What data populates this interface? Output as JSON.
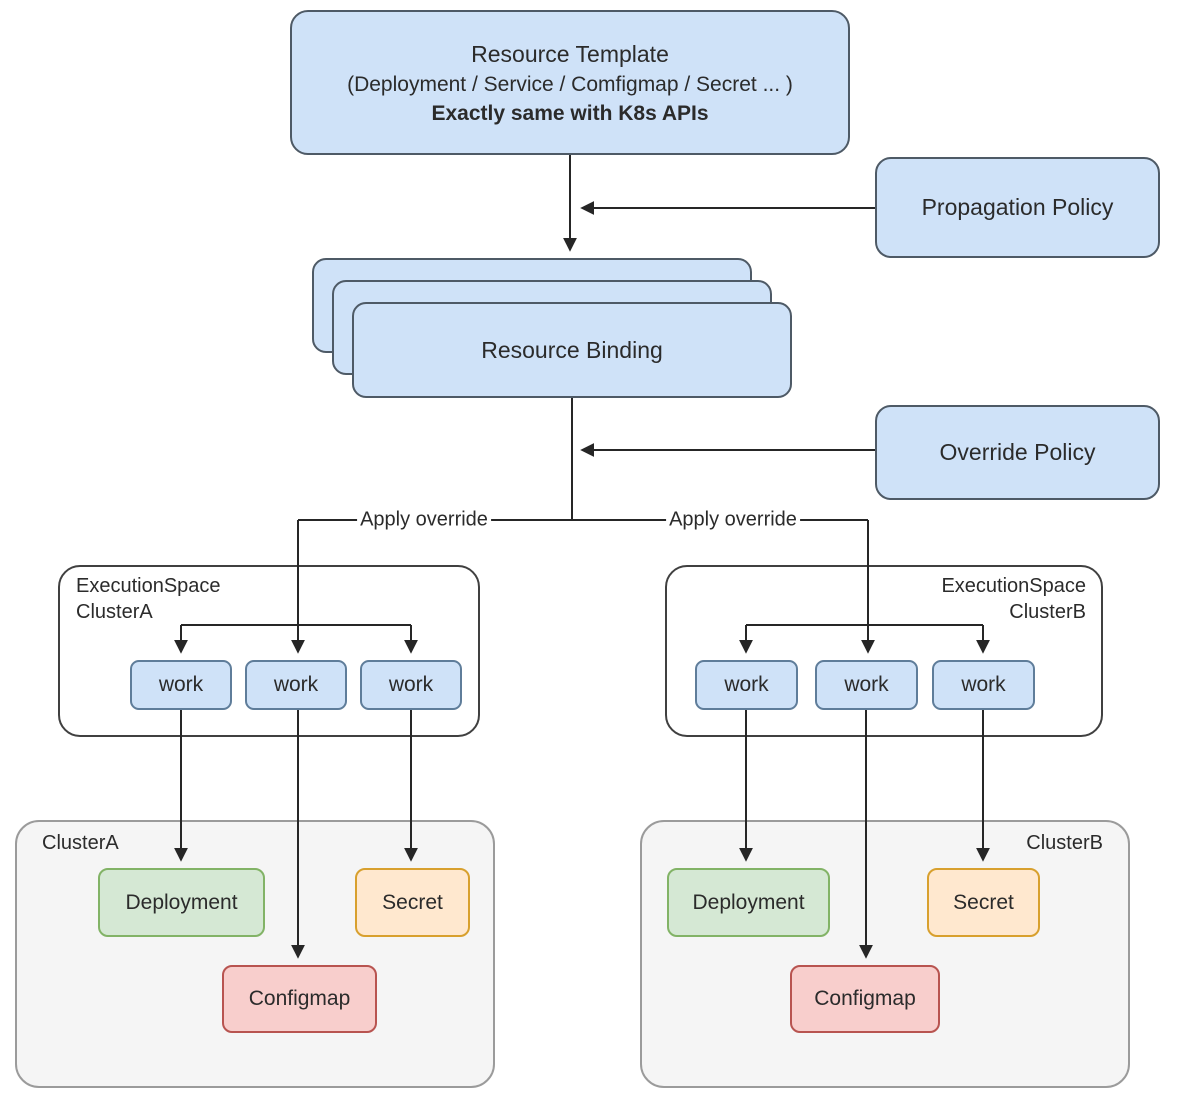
{
  "diagram": {
    "resource_template": {
      "title": "Resource Template",
      "subtitle": "(Deployment / Service / Comfigmap / Secret ... )",
      "note": "Exactly same with K8s APIs"
    },
    "propagation_policy": {
      "label": "Propagation Policy"
    },
    "resource_binding": {
      "label": "Resource Binding"
    },
    "override_policy": {
      "label": "Override Policy"
    },
    "apply_override_left": "Apply override",
    "apply_override_right": "Apply override",
    "execution_spaces": [
      {
        "line1": "ExecutionSpace",
        "line2": "ClusterA",
        "works": [
          "work",
          "work",
          "work"
        ]
      },
      {
        "line1": "ExecutionSpace",
        "line2": "ClusterB",
        "works": [
          "work",
          "work",
          "work"
        ]
      }
    ],
    "clusters": [
      {
        "label": "ClusterA",
        "deployment": "Deployment",
        "secret": "Secret",
        "configmap": "Configmap"
      },
      {
        "label": "ClusterB",
        "deployment": "Deployment",
        "secret": "Secret",
        "configmap": "Configmap"
      }
    ]
  },
  "colors": {
    "blue-fill": "#cfe2f8",
    "blue-stroke": "#4e5a66",
    "work-stroke": "#5f7d9a",
    "green-fill": "#d5e8d4",
    "green-stroke": "#82b366",
    "orange-fill": "#ffe8cf",
    "orange-stroke": "#d8a02e",
    "red-fill": "#f8cecc",
    "red-stroke": "#b85450",
    "cluster-fill": "#f5f5f5",
    "cluster-stroke": "#9b9b9b",
    "exec-stroke": "#404040",
    "line-color": "#262626"
  }
}
